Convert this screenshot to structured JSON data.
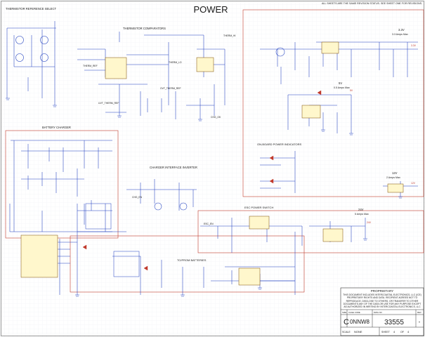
{
  "title": "POWER",
  "revision_note": "ALL SHEETS ARE THE SAME REVISION STATUS. SEE SHEET ONE FOR REVISIONS.",
  "sections": {
    "thermistor_ref": "THERMISTOR REFERENCE SELECT",
    "thermistor_comp": "THERMISTOR COMPARATORS",
    "battery_charger": "BATTERY CHARGER",
    "charger_iface": "CHARGER INTERFACE INVERTER",
    "onboard_ind": "ON-BOARD POWER INDICATORS",
    "esc_switch": "ESC POWER SWITCH",
    "top_batteries": "TO/FROM BATTERIES"
  },
  "rails": [
    {
      "name": "3.3V",
      "current": "3.3 Amps Max"
    },
    {
      "name": "5V",
      "current": "0.5 Amps Max"
    },
    {
      "name": "12V",
      "current": "2 Amps Max"
    },
    {
      "name": "24V",
      "current": "5 Amps Max"
    }
  ],
  "net_labels": {
    "therm_ref": "THERM_REF",
    "therm_lo": "THERM_LO",
    "therm_hi": "THERM_HI",
    "ovt": "OVT_THERM_REF",
    "uvt": "UVT_THERM_REF",
    "chg_en": "CHG_EN",
    "esc_en": "ESC_EN",
    "chg_ok": "CHG_OK",
    "v12": "12V",
    "v24": "24V",
    "v5": "5V",
    "v33": "3.3V"
  },
  "title_block": {
    "proprietary_header": "PROPRIETARY",
    "proprietary_text": "THIS DOCUMENT INCLUDES INTERCOASTAL ELECTRONICS, LLC (ICE) PROPRIETARY RIGHTS AND DATA. RECIPIENT AGREES NOT TO REPRODUCE, DISCLOSE TO OTHERS, OR TRANSFER TO OTHER DOCUMENTS ANY OF THE DATA OR USE FOR ANY PURPOSE EXCEPT AS AUTHORIZED IN WRITING BY INTERCOASTAL ELECTRONICS, LLC",
    "size_label": "SIZE",
    "size": "C",
    "cage_label": "CAGE CODE",
    "cage": "0NNW8",
    "dwg_label": "DWG NO",
    "dwg_no": "33555",
    "rev_label": "REV",
    "rev": "-",
    "scale_label": "SCALE",
    "scale": "NONE",
    "sheet_label": "SHEET",
    "sheet": "4",
    "of_label": "OF",
    "of": "4"
  },
  "colors": {
    "wire": "#1f3fbf",
    "border": "#c0392b",
    "grid": "#eef0f4",
    "body": "#222222"
  }
}
